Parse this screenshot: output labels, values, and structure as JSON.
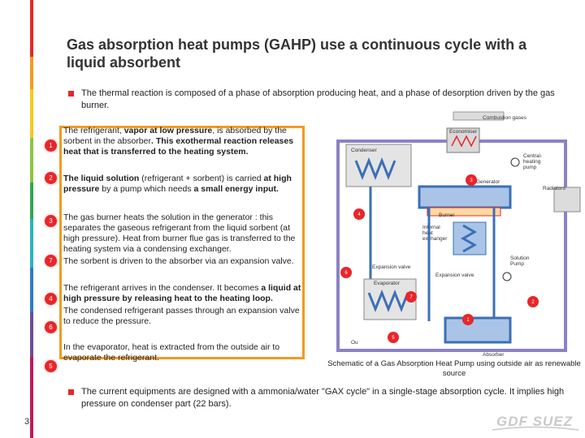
{
  "title": "Gas absorption heat pumps (GAHP) use a continuous cycle with a liquid absorbent",
  "page_number": "3",
  "bullets": [
    "The thermal reaction is composed of a phase of absorption producing heat, and  a phase of  desorption driven by the gas burner.",
    "The current equipments are designed with a ammonia/water \"GAX cycle\" in a single-stage absorption cycle. It implies high pressure on condenser part (22 bars)."
  ],
  "steps": {
    "s1": {
      "num": "1",
      "t1": "The refrigerant, ",
      "t2": "vapor at low pressure",
      "t3": ", is absorbed by the sorbent in the absorber",
      "t4": ". This exothermal reaction releases heat that is transferred to the heating system."
    },
    "s2": {
      "num": "2",
      "t1": "The liquid solution",
      "t2": " (refrigerant + sorbent) is carried ",
      "t3": "at high pressure",
      "t4": " by a pump which needs ",
      "t5": "a small energy input."
    },
    "s3": {
      "num": "3",
      "text": "The gas burner heats the solution in the generator : this separates the gaseous refrigerant from the liquid sorbent (at high pressure). Heat from burner flue gas is transferred to the heating system via a condensing exchanger."
    },
    "s7": {
      "num": "7",
      "text": "The sorbent is driven to the absorber via an expansion valve."
    },
    "s4": {
      "num": "4",
      "t1": "The refrigerant arrives in the condenser. It becomes ",
      "t2": "a liquid at high pressure by releasing heat to the heating loop."
    },
    "s6a": {
      "num": "6",
      "text": "The condensed refrigerant passes through an expansion valve to reduce the pressure."
    },
    "s5": {
      "num": "5",
      "text": "In the evaporator, heat is extracted from the outside air to evaporate the refrigerant."
    }
  },
  "diagram": {
    "labels": {
      "combustion_gases": "Combustion gases",
      "economiser": "Economiser",
      "condenser": "Condenser",
      "central_heating_pump": "Central-\nheating\npump",
      "generator": "Generator",
      "radiators": "Radiators",
      "burner": "Burner",
      "internal_heat_exchanger": "Internal\nheat\nexchanger",
      "solution_pump": "Solution\nPump",
      "expansion_valve_1": "Expansion valve",
      "expansion_valve_2": "Expansion valve",
      "evaporator": "Evaporator",
      "outside_air": "Ou",
      "absorber": "Absorber"
    },
    "markers": [
      "3",
      "4",
      "6",
      "7",
      "2",
      "1",
      "5"
    ]
  },
  "caption": "Schematic of a Gas Absorption Heat Pump using outside air as renewable source",
  "logo_text": "GDF SUEZ",
  "colors": {
    "accent_red": "#e8262a",
    "box_orange": "#f39a1f",
    "pipe_purple": "#8b82c6",
    "pipe_blue": "#3c6fb6",
    "fill_blue": "#a9c4e6"
  }
}
